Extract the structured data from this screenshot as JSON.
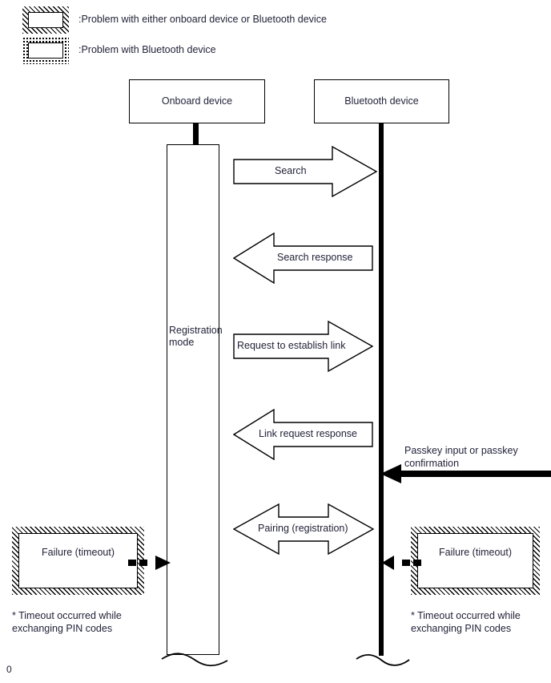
{
  "legend": {
    "items": [
      {
        "icon": "hatched-box-icon",
        "style": "hatched",
        "label": ":Problem with either onboard device or Bluetooth device"
      },
      {
        "icon": "dotted-box-icon",
        "style": "dotted",
        "label": ":Problem with Bluetooth device"
      }
    ]
  },
  "participants": [
    {
      "id": "onboard",
      "label": "Onboard device"
    },
    {
      "id": "bluetooth",
      "label": "Bluetooth device"
    }
  ],
  "activation": {
    "label": "Registration\nmode"
  },
  "messages": [
    {
      "id": "search",
      "label": "Search",
      "direction": "right"
    },
    {
      "id": "search-response",
      "label": "Search response",
      "direction": "left"
    },
    {
      "id": "request-link",
      "label": "Request to establish link",
      "direction": "right"
    },
    {
      "id": "link-response",
      "label": "Link request response",
      "direction": "left"
    },
    {
      "id": "pairing",
      "label": "Pairing (registration)",
      "direction": "both"
    }
  ],
  "external_input": {
    "label": "Passkey input or passkey\nconfirmation",
    "direction": "left"
  },
  "failures": [
    {
      "id": "onboard-failure",
      "label": "Failure (timeout)",
      "note": "* Timeout occurred while\nexchanging PIN codes",
      "border": "hatched"
    },
    {
      "id": "bluetooth-failure",
      "label": "Failure (timeout)",
      "note": "* Timeout occurred while\nexchanging PIN codes",
      "border": "hatched"
    }
  ],
  "page_marker": "0",
  "colors": {
    "line": "#000000",
    "text": "#23233a",
    "background": "#ffffff"
  }
}
